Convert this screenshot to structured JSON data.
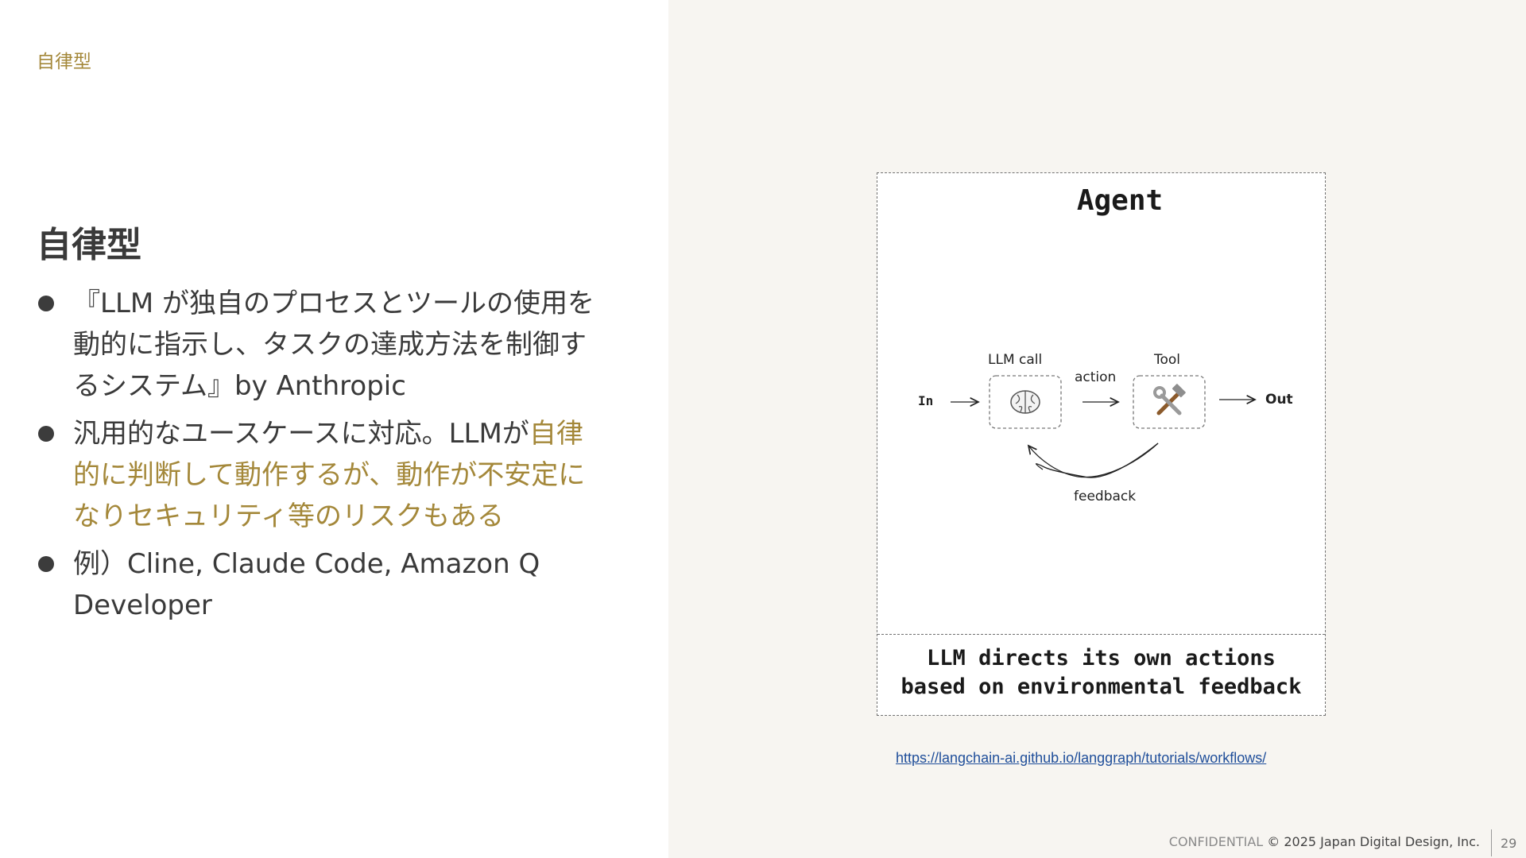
{
  "section_label": "自律型",
  "title": "自律型",
  "bullets": [
    {
      "text": "『LLM が独自のプロセスとツールの使用を動的に指示し、タスクの達成方法を制御するシステム』by Anthropic"
    },
    {
      "text": "汎用的なユースケースに対応。LLMが",
      "highlight": "自律的に判断して動作するが、動作が不安定になりセキュリティ等のリスクもある"
    },
    {
      "text": "例）Cline, Claude Code, Amazon Q Developer"
    }
  ],
  "diagram": {
    "title": "Agent",
    "in_label": "In",
    "llm_label": "LLM call",
    "action_label": "action",
    "tool_label": "Tool",
    "out_label": "Out",
    "feedback_label": "feedback",
    "llm_icon": "brain-icon",
    "tool_icon": "hammer-wrench-icon",
    "caption_line1": "LLM directs its own actions",
    "caption_line2": "based on environmental feedback"
  },
  "source_link": "https://langchain-ai.github.io/langgraph/tutorials/workflows/",
  "footer": {
    "confidential": "CONFIDENTIAL",
    "copyright": "© 2025 Japan Digital Design, Inc.",
    "page_number": "29"
  },
  "colors": {
    "accent": "#a4883a",
    "right_panel_bg": "#f7f5f1",
    "link": "#1f4e9a"
  }
}
